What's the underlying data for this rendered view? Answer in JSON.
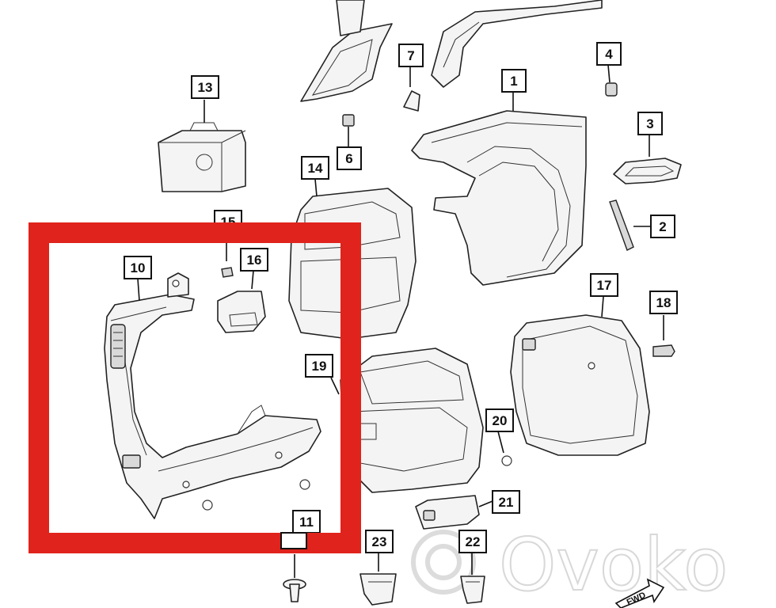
{
  "callouts": [
    {
      "id": "1",
      "label": "1"
    },
    {
      "id": "2",
      "label": "2"
    },
    {
      "id": "3",
      "label": "3"
    },
    {
      "id": "4",
      "label": "4"
    },
    {
      "id": "6",
      "label": "6"
    },
    {
      "id": "7",
      "label": "7"
    },
    {
      "id": "10",
      "label": "10"
    },
    {
      "id": "11",
      "label": "11"
    },
    {
      "id": "13",
      "label": "13"
    },
    {
      "id": "14",
      "label": "14"
    },
    {
      "id": "15",
      "label": "15"
    },
    {
      "id": "16",
      "label": "16"
    },
    {
      "id": "17",
      "label": "17"
    },
    {
      "id": "18",
      "label": "18"
    },
    {
      "id": "19",
      "label": "19"
    },
    {
      "id": "20",
      "label": "20"
    },
    {
      "id": "21",
      "label": "21"
    },
    {
      "id": "22",
      "label": "22"
    },
    {
      "id": "23",
      "label": "23"
    }
  ],
  "direction_marker": "FWD",
  "watermark": "Ovoko",
  "highlight_color": "#e0231c"
}
